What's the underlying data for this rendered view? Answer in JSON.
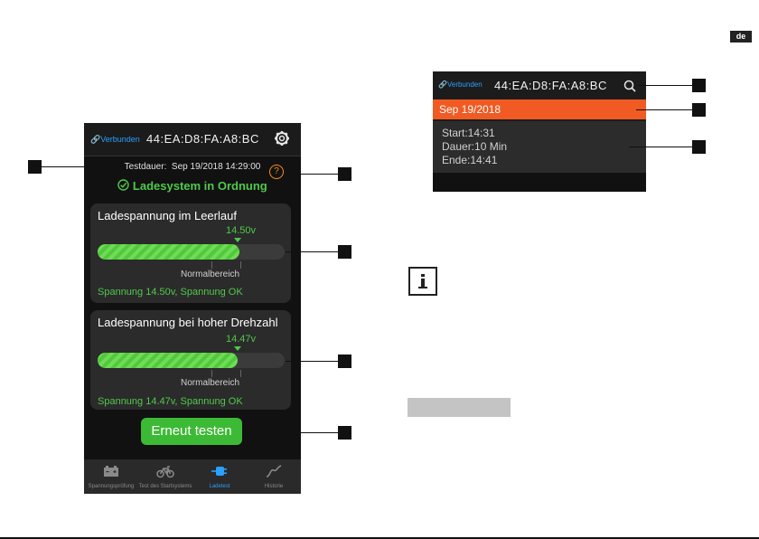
{
  "language_tag": "de",
  "phone": {
    "connection_label": "Verbunden",
    "mac_address": "44:EA:D8:FA:A8:BC",
    "test_duration_label": "Testdauer",
    "test_duration_value": "Sep 19/2018 14:29:00",
    "help_symbol": "?",
    "status_text": "Ladesystem in Ordnung",
    "cards": [
      {
        "title": "Ladespannung im Leerlauf",
        "value_label": "14.50v",
        "fill_fraction": 0.76,
        "normal_range_label": "Normalbereich",
        "result_text": "Spannung 14.50v, Spannung OK"
      },
      {
        "title": "Ladespannung bei hoher Drehzahl",
        "value_label": "14.47v",
        "fill_fraction": 0.75,
        "normal_range_label": "Normalbereich",
        "result_text": "Spannung 14.47v, Spannung OK"
      }
    ],
    "retest_button": "Erneut testen",
    "tabs": [
      {
        "label": "Spannungsprüfung",
        "icon": "battery-icon",
        "active": false
      },
      {
        "label": "Test des Startsystems",
        "icon": "motorcycle-icon",
        "active": false
      },
      {
        "label": "Ladetest",
        "icon": "plug-icon",
        "active": true
      },
      {
        "label": "Historie",
        "icon": "history-curve-icon",
        "active": false
      }
    ]
  },
  "history_screen": {
    "connection_label": "Verbunden",
    "mac_address": "44:EA:D8:FA:A8:BC",
    "date": "Sep 19/2018",
    "start": "Start:14:31",
    "duration": "Dauer:10 Min",
    "end": "Ende:14:41"
  },
  "colors": {
    "accent_green": "#4fc94a",
    "link_blue": "#2aa0ff",
    "date_orange": "#f15a22",
    "help_orange": "#ff8c1a"
  }
}
